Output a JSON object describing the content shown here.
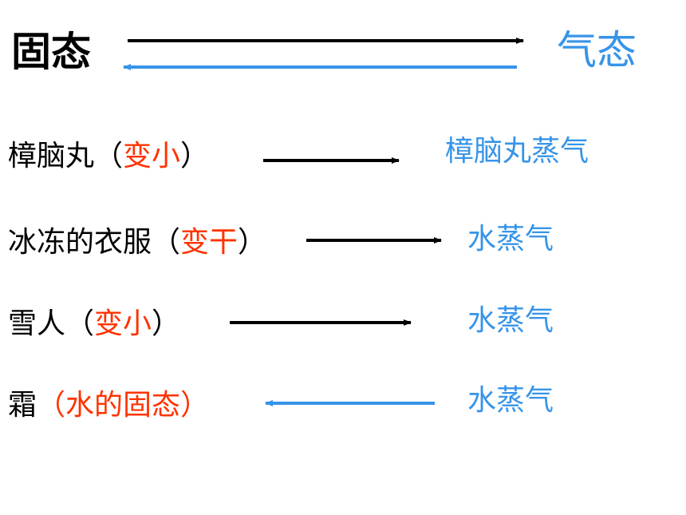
{
  "colors": {
    "black": "#000000",
    "blue": "#3794e8",
    "red": "#ff3300"
  },
  "header": {
    "left": "固态",
    "right": "气态"
  },
  "rows": [
    {
      "subject": "樟脑丸",
      "open": "（",
      "note": "变小",
      "close": "）",
      "result": "樟脑丸蒸气",
      "direction": "right"
    },
    {
      "subject": "冰冻的衣服",
      "open": "（",
      "note": "变干",
      "close": "）",
      "result": "水蒸气",
      "direction": "right"
    },
    {
      "subject": "雪人",
      "open": "（",
      "note": "变小",
      "close": "）",
      "result": "水蒸气",
      "direction": "right"
    },
    {
      "subject": "霜",
      "open": "（",
      "note": "水的固态",
      "close": "）",
      "result": "水蒸气",
      "direction": "left"
    }
  ]
}
